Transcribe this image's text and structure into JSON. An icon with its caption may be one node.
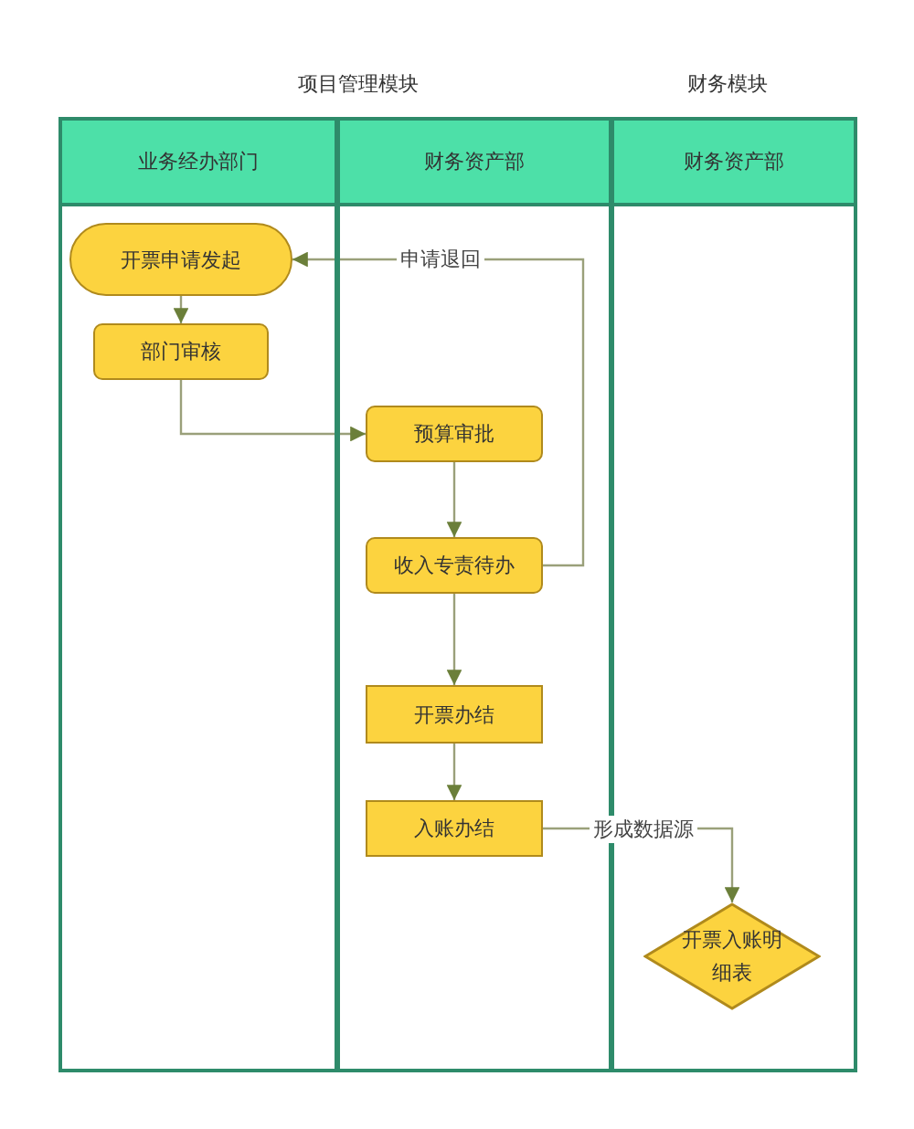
{
  "diagram": {
    "nodes": [
      {
        "text": [
          "业务经办部门"
        ]
      },
      {
        "text": [
          "财务资产部"
        ]
      },
      {
        "text": [
          "财务资产部"
        ]
      },
      {
        "text": [
          "开票申请发起"
        ],
        "in": 0
      },
      {
        "text": [
          "部门审核"
        ],
        "in": 0
      },
      {
        "text": [
          "预算审批"
        ],
        "in": 1
      },
      {
        "text": [
          "收入专责待办"
        ],
        "in": 1
      },
      {
        "text": [
          "开票办结"
        ],
        "in": 1
      },
      {
        "text": [
          "入账办结"
        ],
        "in": 1
      },
      {
        "text": [
          "开票入账明细表"
        ],
        "in": 2
      }
    ],
    "edges": [
      {
        "from": 3,
        "to": 4,
        "arrow": "to"
      },
      {
        "from": 4,
        "to": 5,
        "arrow": "to"
      },
      {
        "from": 5,
        "to": 6,
        "arrow": "to"
      },
      {
        "from": 6,
        "to": 3,
        "arrow": "to",
        "label": "申请退回"
      },
      {
        "from": 6,
        "to": 7,
        "arrow": "to"
      },
      {
        "from": 7,
        "to": 8,
        "arrow": "to"
      },
      {
        "from": 8,
        "to": 9,
        "arrow": "to",
        "label": "形成数据源"
      }
    ],
    "labels": [
      "项目管理模块",
      "财务模块"
    ]
  }
}
